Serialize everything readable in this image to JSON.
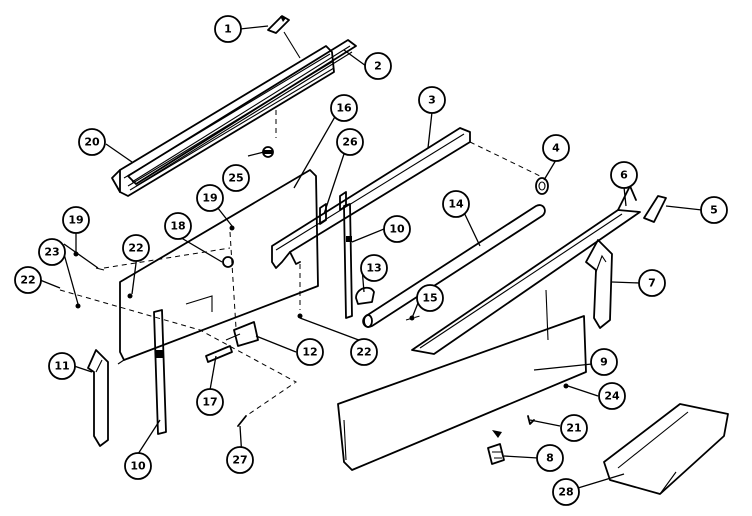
{
  "callouts": [
    {
      "id": "c1",
      "label": "1"
    },
    {
      "id": "c2",
      "label": "2"
    },
    {
      "id": "c3",
      "label": "3"
    },
    {
      "id": "c4",
      "label": "4"
    },
    {
      "id": "c5",
      "label": "5"
    },
    {
      "id": "c6",
      "label": "6"
    },
    {
      "id": "c7",
      "label": "7"
    },
    {
      "id": "c8",
      "label": "8"
    },
    {
      "id": "c9",
      "label": "9"
    },
    {
      "id": "c10a",
      "label": "10"
    },
    {
      "id": "c10b",
      "label": "10"
    },
    {
      "id": "c11",
      "label": "11"
    },
    {
      "id": "c12",
      "label": "12"
    },
    {
      "id": "c13",
      "label": "13"
    },
    {
      "id": "c14",
      "label": "14"
    },
    {
      "id": "c15",
      "label": "15"
    },
    {
      "id": "c16",
      "label": "16"
    },
    {
      "id": "c17",
      "label": "17"
    },
    {
      "id": "c18",
      "label": "18"
    },
    {
      "id": "c19a",
      "label": "19"
    },
    {
      "id": "c19b",
      "label": "19"
    },
    {
      "id": "c20",
      "label": "20"
    },
    {
      "id": "c21",
      "label": "21"
    },
    {
      "id": "c22a",
      "label": "22"
    },
    {
      "id": "c22b",
      "label": "22"
    },
    {
      "id": "c22c",
      "label": "22"
    },
    {
      "id": "c23",
      "label": "23"
    },
    {
      "id": "c24",
      "label": "24"
    },
    {
      "id": "c25",
      "label": "25"
    },
    {
      "id": "c26",
      "label": "26"
    },
    {
      "id": "c27",
      "label": "27"
    },
    {
      "id": "c28",
      "label": "28"
    }
  ]
}
